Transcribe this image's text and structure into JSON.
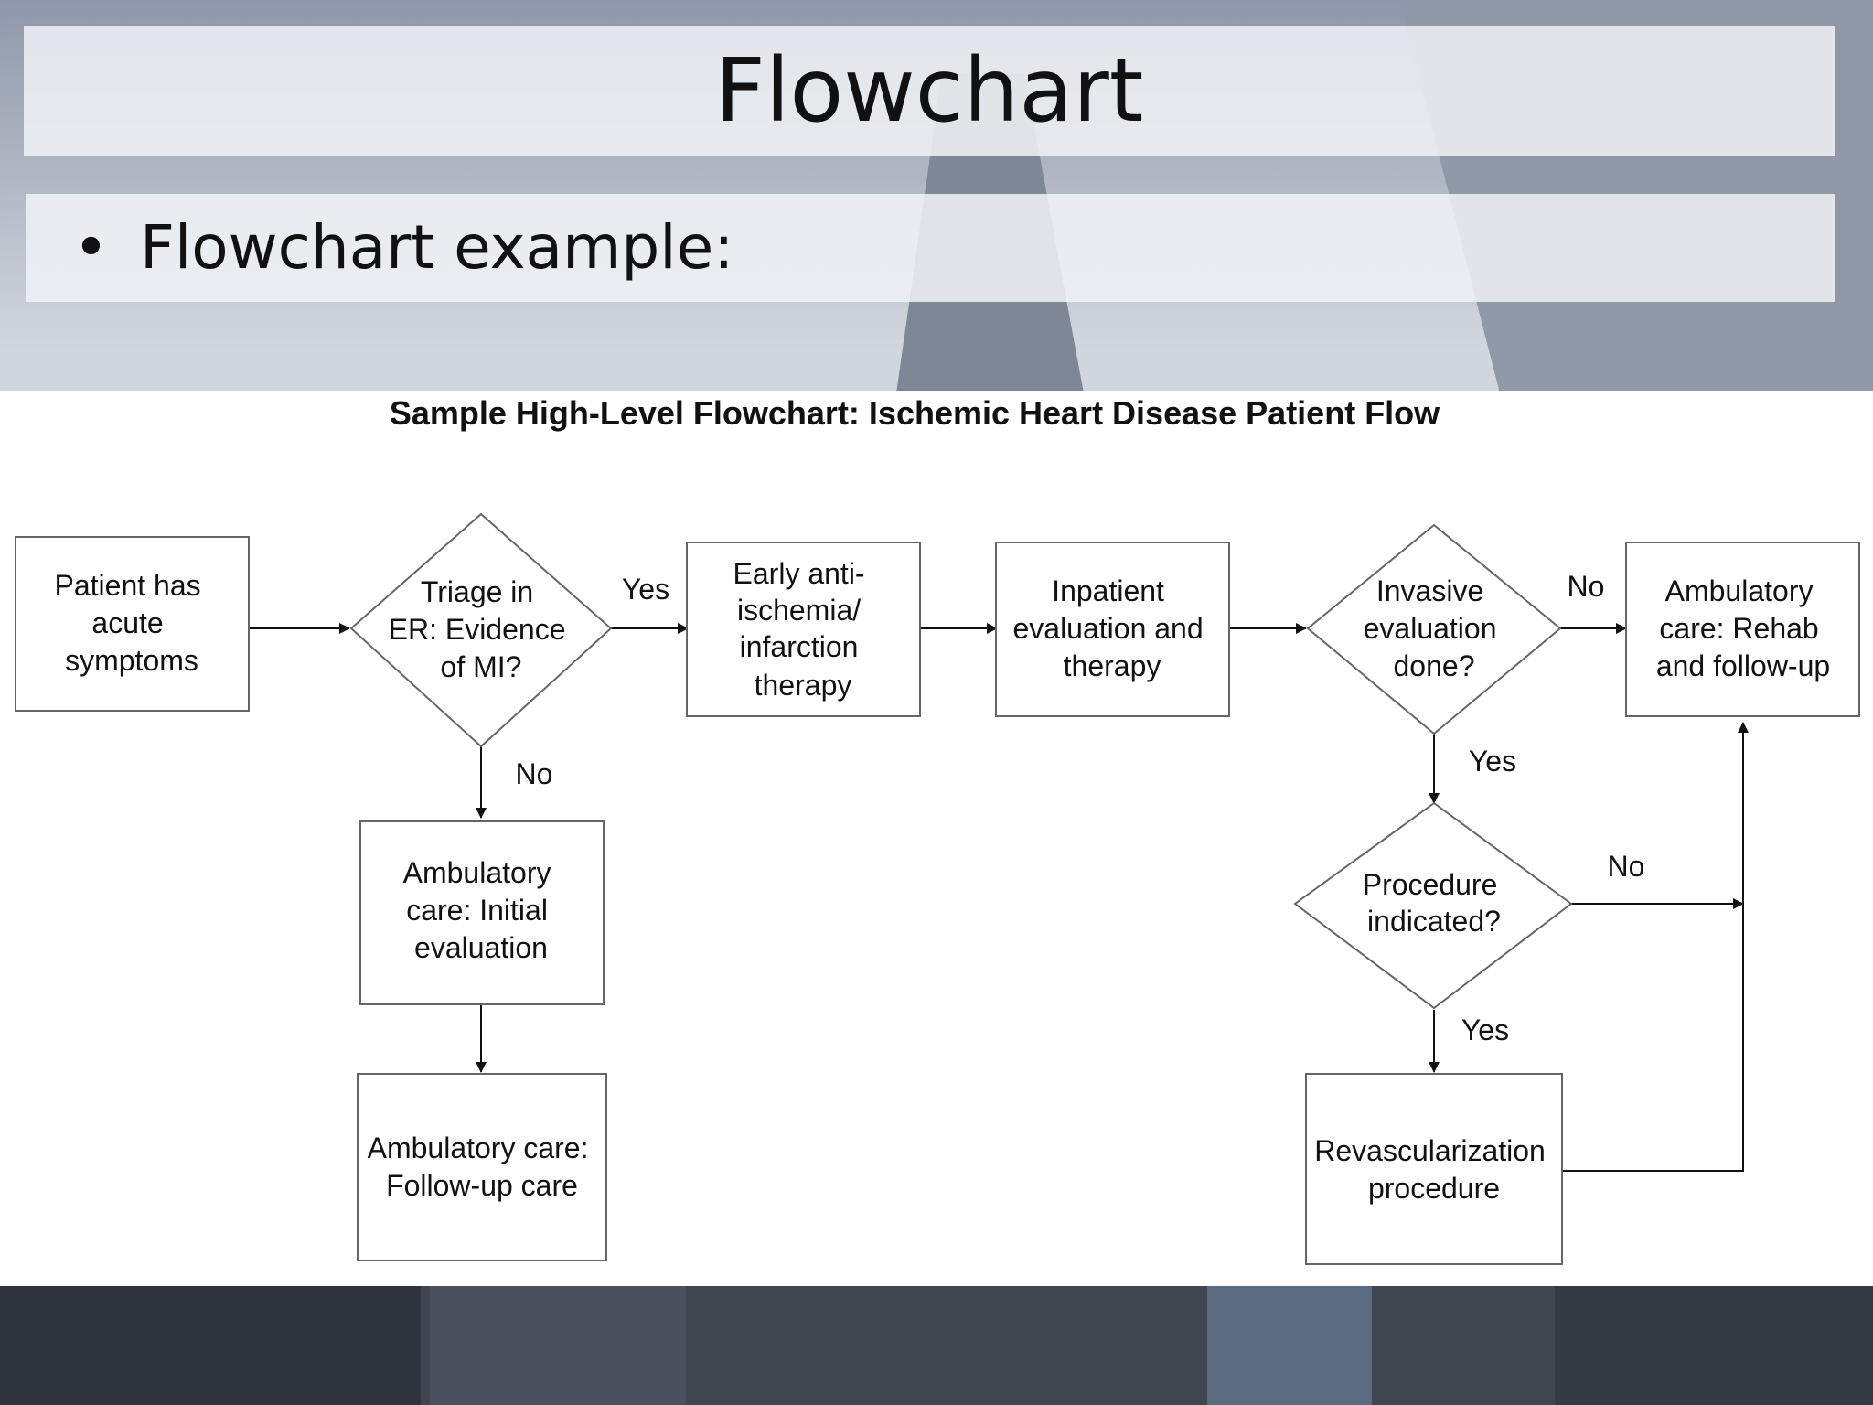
{
  "slide": {
    "title": "Flowchart",
    "bullet": "Flowchart example:"
  },
  "diagram": {
    "title": "Sample High-Level Flowchart: Ischemic Heart Disease Patient Flow",
    "nodes": {
      "patient": [
        "Patient has",
        "acute",
        "symptoms"
      ],
      "triage": [
        "Triage in",
        "ER: Evidence",
        "of MI?"
      ],
      "early": [
        "Early anti-",
        "ischemia/",
        "infarction",
        "therapy"
      ],
      "inpatient": [
        "Inpatient",
        "evaluation and",
        "therapy"
      ],
      "invasive": [
        "Invasive",
        "evaluation",
        "done?"
      ],
      "ambulatory_rehab": [
        "Ambulatory",
        "care: Rehab",
        "and follow-up"
      ],
      "ambulatory_initial": [
        "Ambulatory",
        "care: Initial",
        "evaluation"
      ],
      "ambulatory_followup": [
        "Ambulatory care:",
        "Follow-up care"
      ],
      "procedure": [
        "Procedure",
        "indicated?"
      ],
      "revascularization": [
        "Revascularization",
        "procedure"
      ]
    },
    "edge_labels": {
      "triage_yes": "Yes",
      "triage_no": "No",
      "invasive_no": "No",
      "invasive_yes": "Yes",
      "procedure_no": "No",
      "procedure_yes": "Yes"
    },
    "colors": {
      "line": "#111111",
      "box_border": "#666666"
    }
  }
}
